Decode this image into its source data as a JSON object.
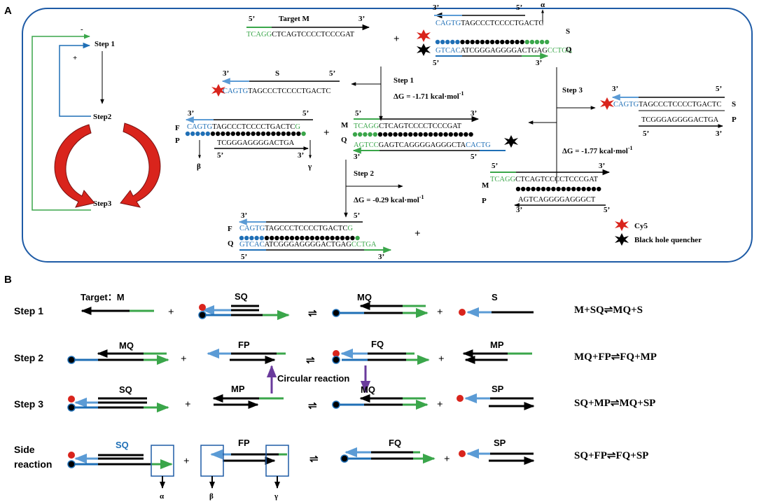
{
  "panelA": {
    "label": "A",
    "cycle": {
      "step1": "Step 1",
      "step2": "Step2",
      "step3": "Step3",
      "minus": "-",
      "plus": "+"
    },
    "targetM": {
      "title": "Target M",
      "p5": "5’",
      "p3": "3’",
      "seq_green": "TCAGG",
      "seq_black": "CTCAGTCCCCTCCCGAT"
    },
    "sq": {
      "top_p3": "3’",
      "top_p5": "5’",
      "bot_p5": "5’",
      "bot_p3": "3’",
      "s_label": "S",
      "q_label": "Q",
      "alpha": "α",
      "s_blue": "CAGTG",
      "s_black": "TAGCCCTCCCCTGACTC",
      "q_blue": "GTCAC",
      "q_black": "ATCGGGAGGGGACTGAG",
      "q_green": "CCTGA"
    },
    "freeS": {
      "p3": "3’",
      "name": "S",
      "p5": "5’",
      "blue": "CAGTG",
      "black": "TAGCCCTCCCCTGACTC"
    },
    "step1": {
      "label": "Step 1",
      "dg": "ΔG = -1.71 kcal·mol",
      "sup": "-1"
    },
    "fp": {
      "p3": "3’",
      "p5": "5’",
      "b5": "5’",
      "b3": "3’",
      "f": "F",
      "p": "P",
      "beta": "β",
      "gamma": "γ",
      "blue": "CAGTG",
      "black": "TAGCCCTCCCCTGACTC",
      "green": "G",
      "bottom": "TCGGGAGGGGACTGA"
    },
    "mq": {
      "p5": "5’",
      "p3": "3’",
      "b3": "3’",
      "b5": "5’",
      "m": "M",
      "q": "Q",
      "top_green": "TCAGG",
      "top_black": "CTCAGTCCCCTCCCGAT",
      "bot_green": "AGTCC",
      "bot_black": "GAGTCAGGGGAGGGCTA",
      "bot_blue": "CACTG"
    },
    "step2": {
      "label": "Step 2",
      "dg": "ΔG = -0.29 kcal·mol",
      "sup": "-1"
    },
    "fq": {
      "p3": "3’",
      "p5": "5’",
      "b5": "5’",
      "b3": "3’",
      "f": "F",
      "q": "Q",
      "blue": "CAGTG",
      "black": "TAGCCCTCCCCTGACTC",
      "green": "G",
      "bot_blue": "GTCAC",
      "bot_black": "ATCGGGAGGGGACTGAG",
      "bot_green": "CCTGA"
    },
    "step3": {
      "label": "Step 3",
      "dg": "ΔG = -1.77 kcal·mol",
      "sup": "-1"
    },
    "sp": {
      "p3": "3’",
      "p5": "5’",
      "b5": "5’",
      "b3": "3’",
      "s": "S",
      "p": "P",
      "blue": "CAGTG",
      "black": "TAGCCCTCCCCTGACTC",
      "bottom": "TCGGGAGGGGACTGA"
    },
    "mp": {
      "p5": "5’",
      "p3": "3’",
      "b3": "3’",
      "b5": "5’",
      "m": "M",
      "p": "P",
      "green": "TCAGG",
      "black": "CTCAGTCCCCTCCCGAT",
      "bottom": "AGTCAGGGGAGGGCT"
    },
    "legend": {
      "cy5": "Cy5",
      "bhq": "Black hole quencher"
    },
    "plus": "+"
  },
  "panelB": {
    "label": "B",
    "rows": [
      {
        "step": "Step 1",
        "eq": "M+SQ⇌MQ+S"
      },
      {
        "step": "Step 2",
        "eq": "MQ+FP⇌FQ+MP"
      },
      {
        "step": "Step 3",
        "eq": "SQ+MP⇌MQ+SP"
      },
      {
        "step": "Side reaction",
        "eq": "SQ+FP⇌FQ+SP"
      }
    ],
    "target": "Target：M",
    "names": {
      "sq": "SQ",
      "mq": "MQ",
      "s": "S",
      "fp": "FP",
      "fq": "FQ",
      "mp": "MP",
      "sp": "SP"
    },
    "circular": "Circular  reaction",
    "greek": {
      "alpha": "α",
      "beta": "β",
      "gamma": "γ"
    },
    "side1": "Side",
    "side2": "reaction",
    "plus": "+",
    "eqsym": "⇌"
  },
  "colors": {
    "blue": "#1f6fb6",
    "lightblue": "#5b9bd5",
    "green": "#3aa64a",
    "red": "#d9241c",
    "frame": "#1e5ba6",
    "purple": "#6a3b9c"
  }
}
